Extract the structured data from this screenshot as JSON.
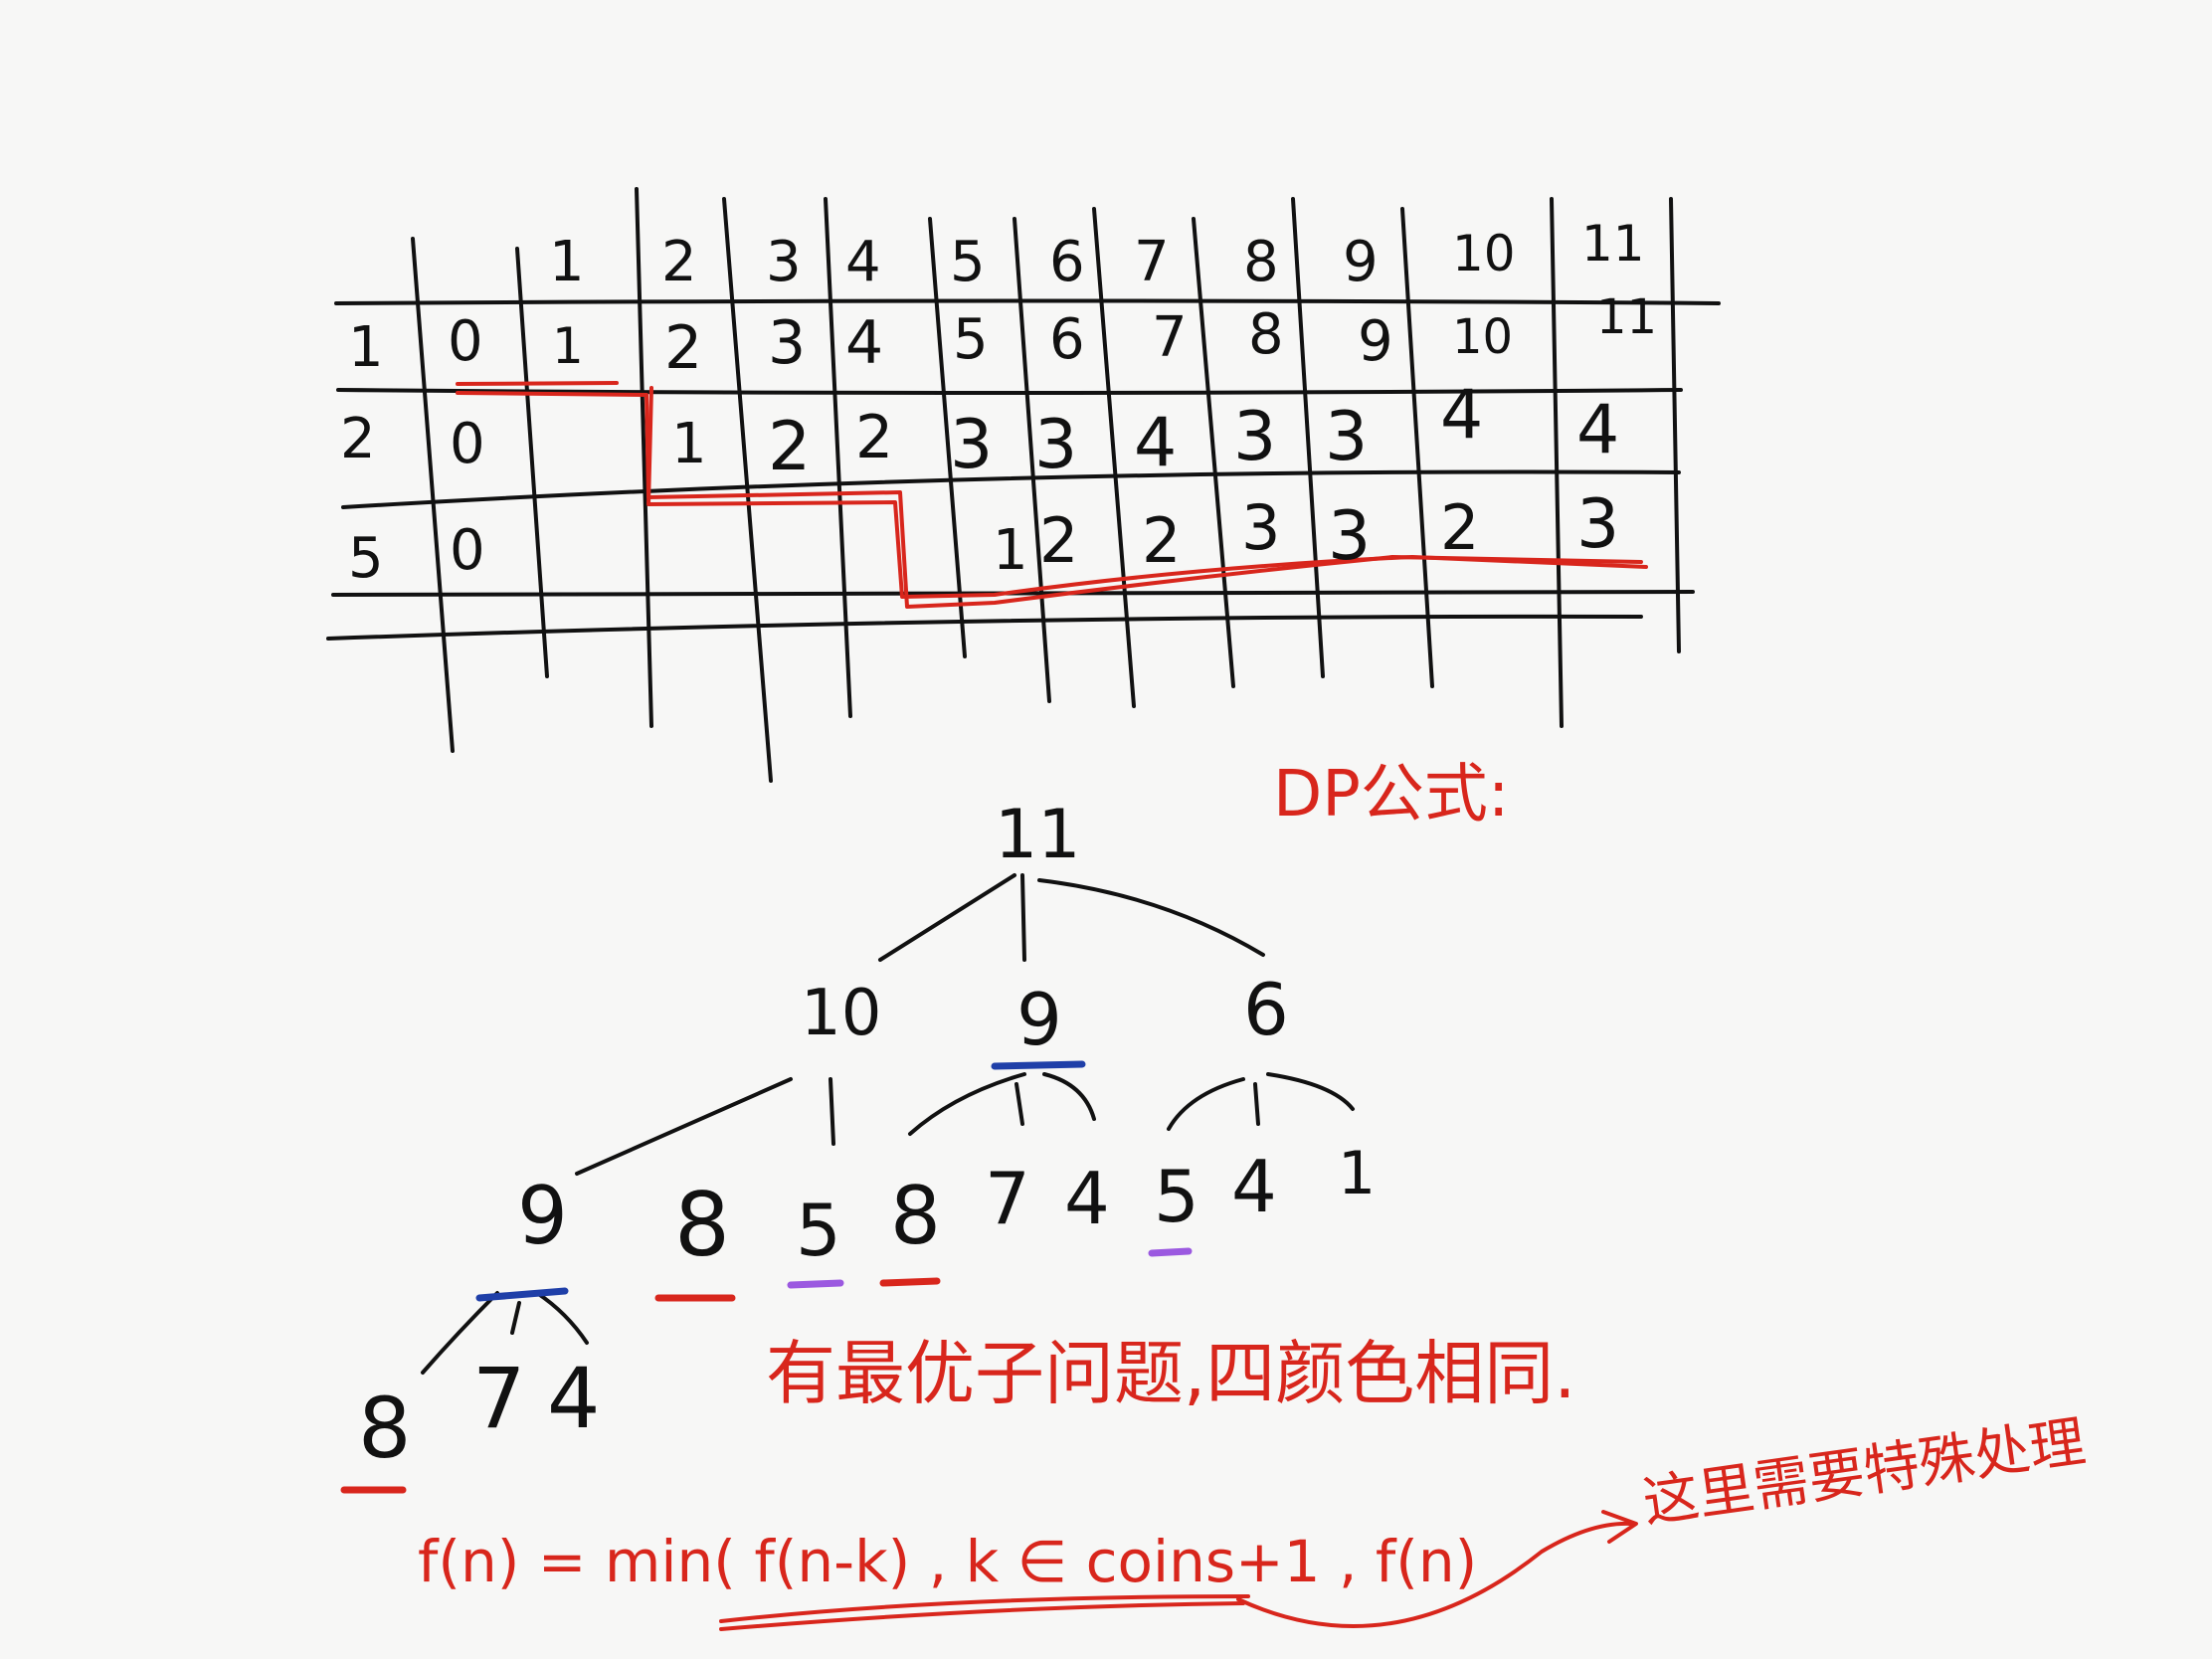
{
  "table": {
    "column_headers": [
      "1",
      "2",
      "3",
      "4",
      "5",
      "6",
      "7",
      "8",
      "9",
      "10",
      "11"
    ],
    "rows": [
      {
        "coin": "1",
        "cells": [
          "0",
          "1",
          "2",
          "3",
          "4",
          "5",
          "6",
          "7",
          "8",
          "9",
          "10",
          "11"
        ]
      },
      {
        "coin": "2",
        "cells": [
          "0",
          "",
          "1",
          "2",
          "2",
          "3",
          "3",
          "4",
          "3",
          "3",
          "4",
          "4"
        ]
      },
      {
        "coin": "5",
        "cells": [
          "0",
          "",
          "",
          "",
          "",
          "1",
          "2",
          "2",
          "3",
          "3",
          "2",
          "3"
        ]
      }
    ]
  },
  "dp_label": "DP公式:",
  "tree": {
    "root": "11",
    "level1": [
      "10",
      "9",
      "6"
    ],
    "level2": [
      "9",
      "8",
      "5",
      "8",
      "7",
      "4",
      "5",
      "4",
      "1"
    ],
    "level3": [
      "8",
      "7",
      "4"
    ]
  },
  "note": "有最优子问题,四颜色相同.",
  "formula": "f(n) = min( f(n-k) , k ∈ coins+1 , f(n)",
  "arrow_note": "这里需要特殊处理",
  "colors": {
    "ink": "#111111",
    "red": "#d8261c",
    "blue": "#1f3fa8",
    "purple": "#9b59e0",
    "paper": "#f7f7f6"
  }
}
